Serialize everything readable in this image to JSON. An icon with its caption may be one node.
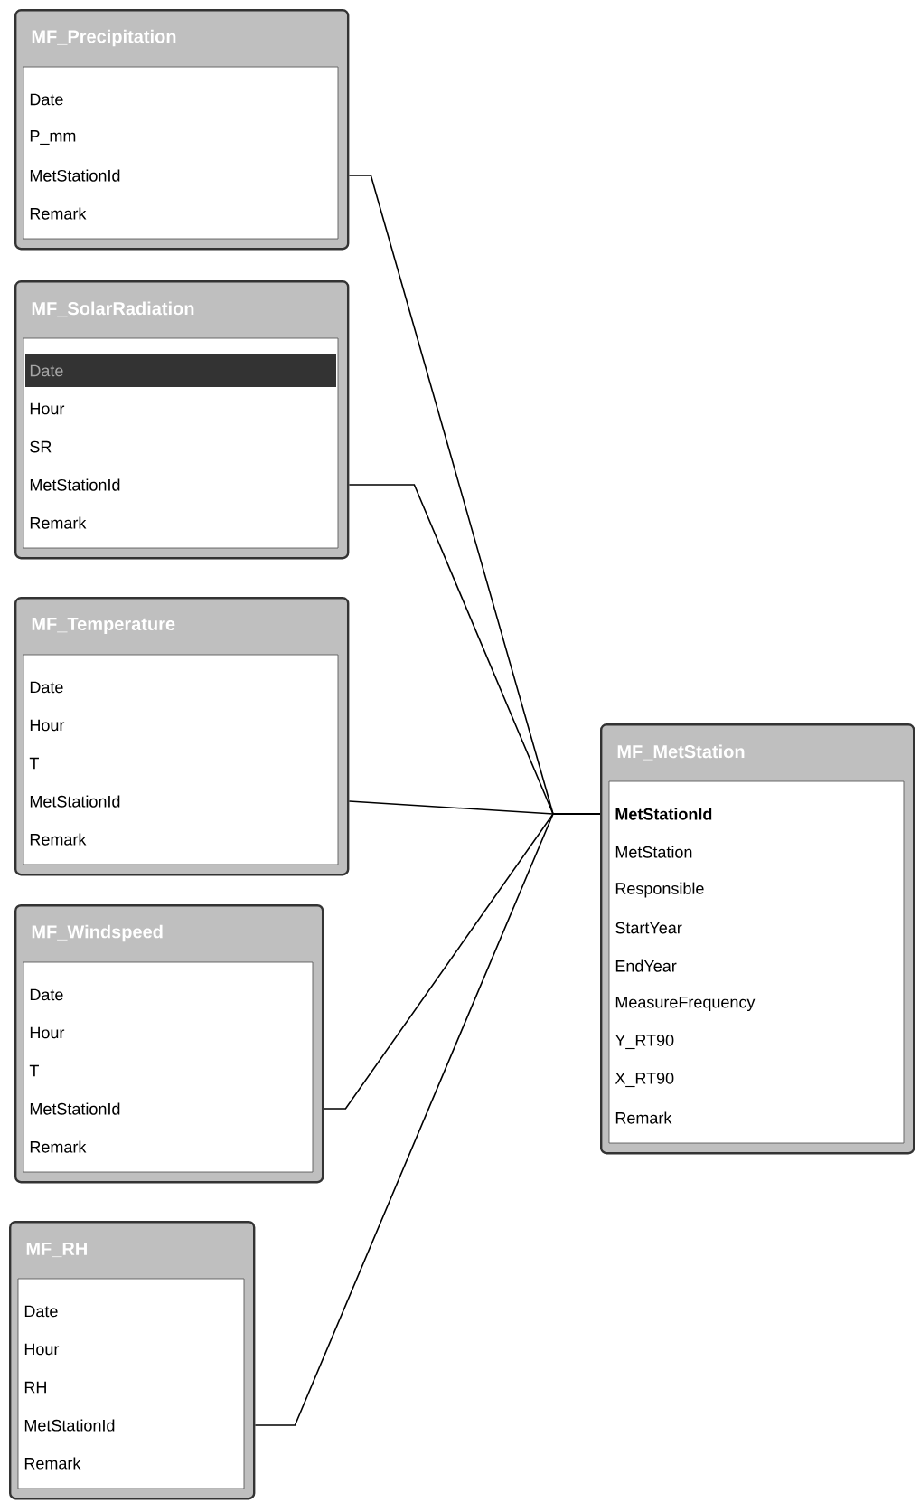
{
  "diagram": {
    "nodes": [
      {
        "text": [
          "MF_Precipitation",
          "Date",
          "P_mm",
          "MetStationId",
          "Remark"
        ]
      },
      {
        "text": [
          "MF_SolarRadiation",
          "Date",
          "Hour",
          "SR",
          "MetStationId",
          "Remark"
        ]
      },
      {
        "text": [
          "MF_Temperature",
          "Date",
          "Hour",
          "T",
          "MetStationId",
          "Remark"
        ]
      },
      {
        "text": [
          "MF_Windspeed",
          "Date",
          "Hour",
          "T",
          "MetStationId",
          "Remark"
        ]
      },
      {
        "text": [
          "MF_RH",
          "Date",
          "Hour",
          "RH",
          "MetStationId",
          "Remark"
        ]
      },
      {
        "text": [
          "MF_MetStation",
          "MetStationId",
          "MetStation",
          "Responsible",
          "StartYear",
          "EndYear",
          "MeasureFrequency",
          "Y_RT90",
          "X_RT90",
          "Remark"
        ]
      }
    ],
    "edges": [
      {
        "from": 0,
        "to": 5,
        "arrow": "none"
      },
      {
        "from": 1,
        "to": 5,
        "arrow": "none"
      },
      {
        "from": 2,
        "to": 5,
        "arrow": "none"
      },
      {
        "from": 3,
        "to": 5,
        "arrow": "none"
      },
      {
        "from": 4,
        "to": 5,
        "arrow": "none"
      }
    ]
  }
}
